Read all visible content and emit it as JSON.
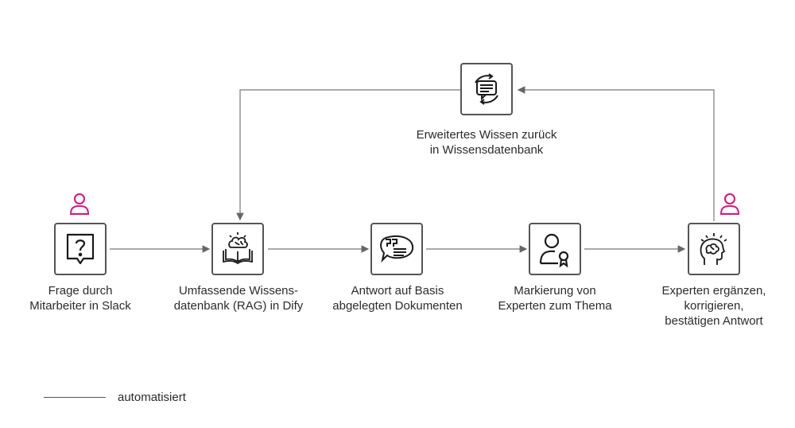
{
  "steps": [
    {
      "id": "frage",
      "icon": "question-bubble-icon",
      "lines": [
        "Frage durch",
        "Mitarbeiter in Slack"
      ],
      "has_person": true
    },
    {
      "id": "wissensdatenbank",
      "icon": "brain-book-icon",
      "lines": [
        "Umfassende Wissens-",
        "datenbank (RAG) in Dify"
      ],
      "has_person": false
    },
    {
      "id": "antwort",
      "icon": "quote-chat-icon",
      "lines": [
        "Antwort auf Basis",
        "abgelegten Dokumenten"
      ],
      "has_person": false
    },
    {
      "id": "markierung",
      "icon": "expert-badge-icon",
      "lines": [
        "Markierung von",
        "Experten zum Thema"
      ],
      "has_person": false
    },
    {
      "id": "experten",
      "icon": "brain-head-icon",
      "lines": [
        "Experten ergänzen,",
        "korrigieren,",
        "bestätigen Antwort"
      ],
      "has_person": true
    }
  ],
  "feedback": {
    "icon": "chat-cycle-icon",
    "lines": [
      "Erweitertes Wissen zurück",
      "in Wissensdatenbank"
    ]
  },
  "legend": {
    "label": "automatisiert"
  },
  "colors": {
    "person": "#e0107a",
    "line": "#666666",
    "border": "#555555"
  }
}
